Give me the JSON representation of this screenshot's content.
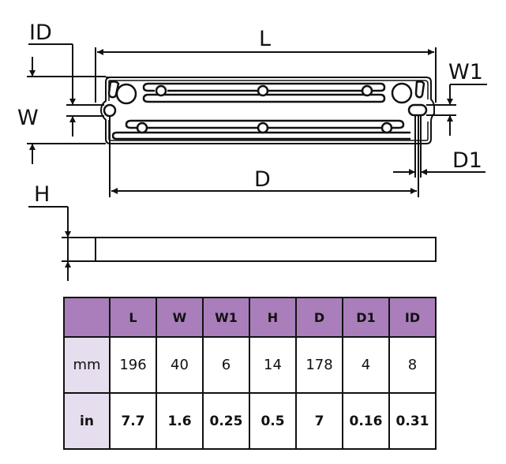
{
  "diagram": {
    "title": "Anode plate dimension drawing",
    "labels": {
      "L": "L",
      "W": "W",
      "W1": "W1",
      "D": "D",
      "D1": "D1",
      "ID": "ID",
      "H": "H"
    },
    "colors": {
      "line": "#111111",
      "header_bg": "#a97eba",
      "unit_bg": "#e6ddee"
    }
  },
  "table": {
    "columns": [
      "L",
      "W",
      "W1",
      "H",
      "D",
      "D1",
      "ID"
    ],
    "rows": [
      {
        "unit": "mm",
        "values": [
          "196",
          "40",
          "6",
          "14",
          "178",
          "4",
          "8"
        ]
      },
      {
        "unit": "in",
        "values": [
          "7.7",
          "1.6",
          "0.25",
          "0.5",
          "7",
          "0.16",
          "0.31"
        ]
      }
    ]
  }
}
